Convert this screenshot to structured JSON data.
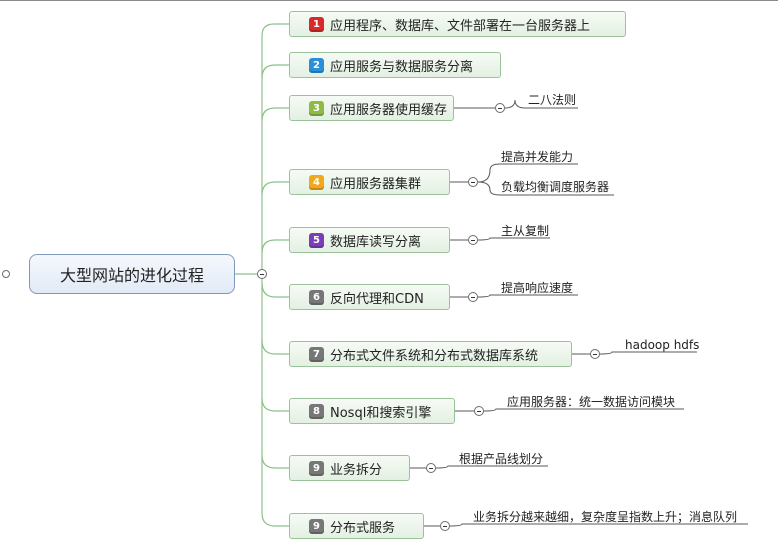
{
  "root": {
    "label": "大型网站的进化过程"
  },
  "branches": [
    {
      "badge": "1",
      "label": "应用程序、数据库、文件部署在一台服务器上",
      "badge_color": "#d8292b",
      "leaves": []
    },
    {
      "badge": "2",
      "label": "应用服务与数据服务分离",
      "badge_color": "#2a8fd7",
      "leaves": []
    },
    {
      "badge": "3",
      "label": "应用服务器使用缓存",
      "badge_color": "#8dbb45",
      "leaves": [
        "二八法则"
      ]
    },
    {
      "badge": "4",
      "label": "应用服务器集群",
      "badge_color": "#f2a81c",
      "leaves": [
        "提高并发能力",
        "负载均衡调度服务器"
      ]
    },
    {
      "badge": "5",
      "label": "数据库读写分离",
      "badge_color": "#7a3fb6",
      "leaves": [
        "主从复制"
      ]
    },
    {
      "badge": "6",
      "label": "反向代理和CDN",
      "badge_color": "#777777",
      "leaves": [
        "提高响应速度"
      ]
    },
    {
      "badge": "7",
      "label": "分布式文件系统和分布式数据库系统",
      "badge_color": "#777777",
      "leaves": [
        "hadoop hdfs"
      ]
    },
    {
      "badge": "8",
      "label": "Nosql和搜索引擎",
      "badge_color": "#777777",
      "leaves": [
        "应用服务器：统一数据访问模块"
      ]
    },
    {
      "badge": "9",
      "label": "业务拆分",
      "badge_color": "#777777",
      "leaves": [
        "根据产品线划分"
      ]
    },
    {
      "badge": "9",
      "label": "分布式服务",
      "badge_color": "#777777",
      "leaves": [
        "业务拆分越来越细，复杂度呈指数上升；消息队列"
      ]
    }
  ]
}
